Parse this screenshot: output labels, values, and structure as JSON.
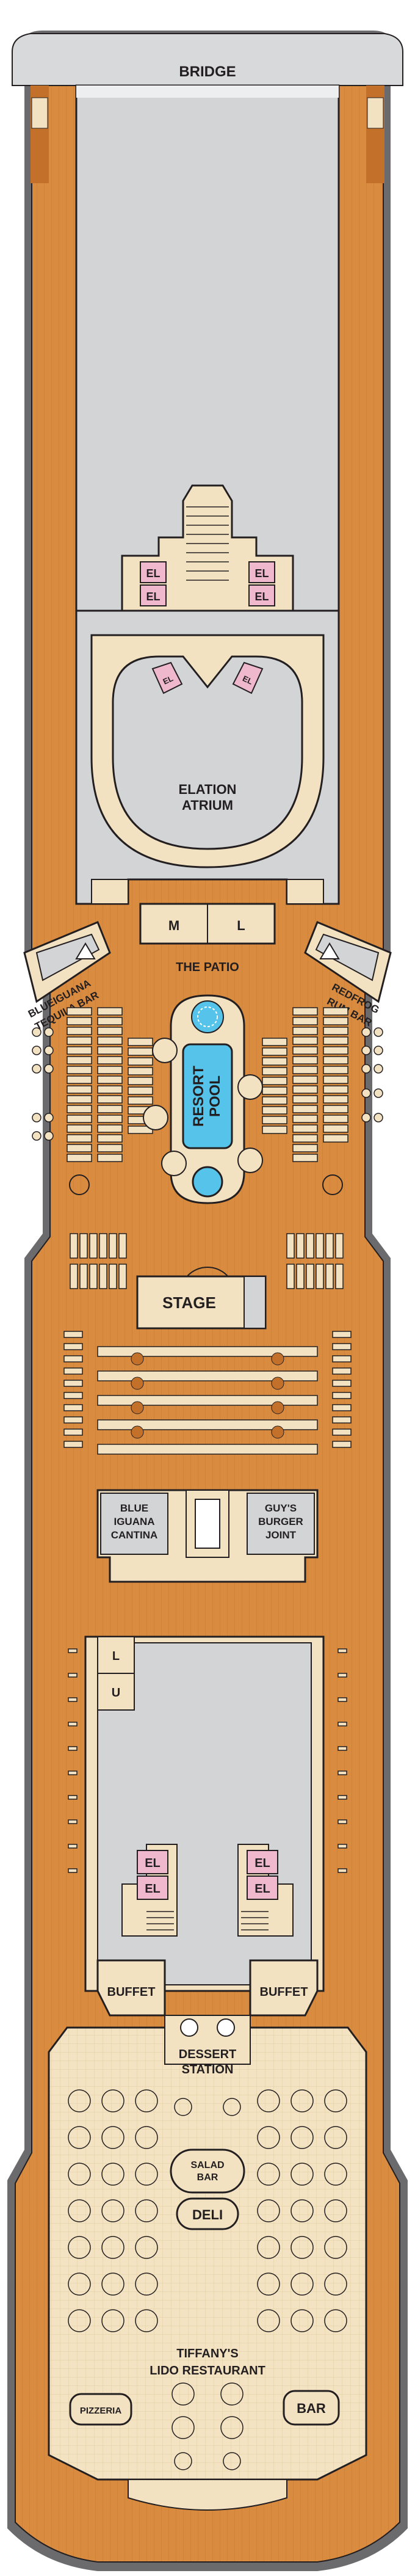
{
  "map": {
    "labels": {
      "bridge": "BRIDGE",
      "elation_atrium_1": "ELATION",
      "elation_atrium_2": "ATRIUM",
      "the_patio": "THE PATIO",
      "men": "M",
      "ladies": "L",
      "blueiguana_tequila_1": "BLUEIGUANA",
      "blueiguana_tequila_2": "TEQUILA BAR",
      "redfrog_rum_1": "REDFROG",
      "redfrog_rum_2": "RUM BAR",
      "resort_pool_1": "RESORT",
      "resort_pool_2": "POOL",
      "stage": "STAGE",
      "blue_iguana_cantina_1": "BLUE",
      "blue_iguana_cantina_2": "IGUANA",
      "blue_iguana_cantina_3": "CANTINA",
      "guys_burger_1": "GUY'S",
      "guys_burger_2": "BURGER",
      "guys_burger_3": "JOINT",
      "lido_l": "L",
      "lido_u": "U",
      "buffet_left": "BUFFET",
      "buffet_right": "BUFFET",
      "dessert_station_1": "DESSERT",
      "dessert_station_2": "STATION",
      "salad_bar_1": "SALAD",
      "salad_bar_2": "BAR",
      "deli": "DELI",
      "tiffanys_1": "TIFFANY'S",
      "tiffanys_2": "LIDO RESTAURANT",
      "pizzeria": "PIZZERIA",
      "bar": "BAR",
      "elevator": "EL"
    },
    "colors": {
      "deck_wood": "#d98b3f",
      "deck_wood_dark": "#c2702a",
      "hull_gray": "#6b6b6d",
      "bridge_gray": "#d8d9db",
      "interior_gray": "#d3d4d6",
      "interior_tan": "#f2e2c2",
      "pool_blue": "#55c3ea",
      "elevator_pink": "#f0b8cc",
      "outline": "#231f20"
    }
  }
}
